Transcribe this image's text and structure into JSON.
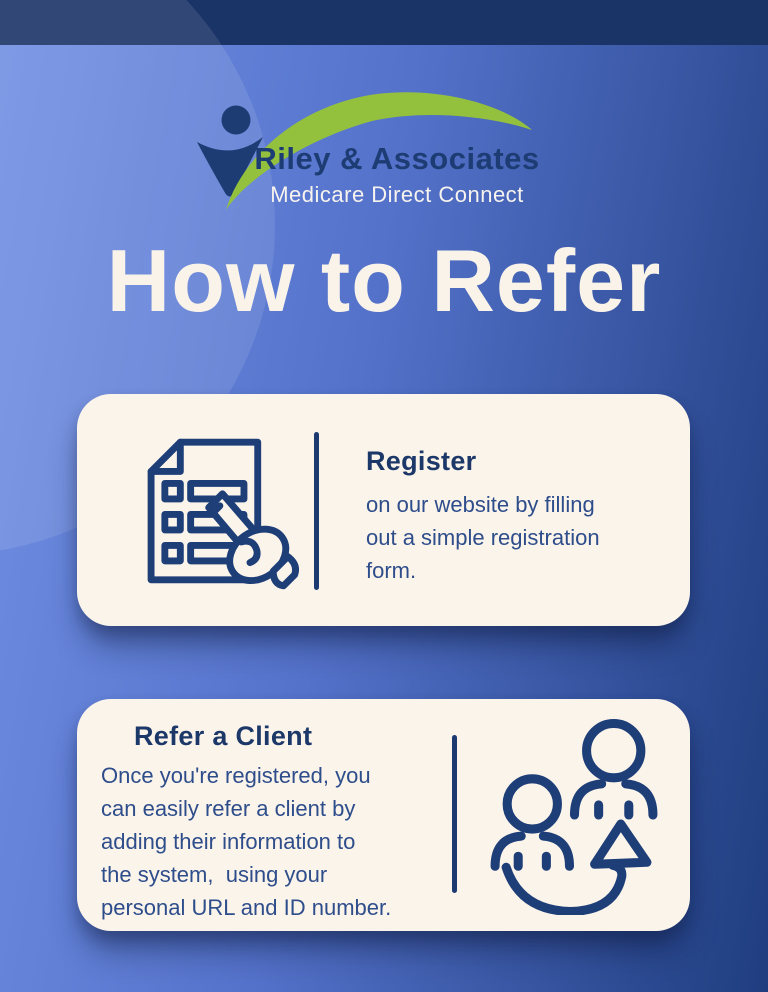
{
  "brand": {
    "company": "Riley & Associates",
    "tagline": "Medicare Direct Connect"
  },
  "page_title": "How to Refer",
  "cards": {
    "register": {
      "heading": "Register",
      "lines": [
        "on our website by filling",
        "out a simple registration",
        "form."
      ]
    },
    "refer": {
      "heading": "Refer a Client",
      "lines": [
        "Once you're registered, you",
        "can easily refer a client by",
        "adding their information to",
        "the system,  using your",
        "personal URL and ID number."
      ]
    }
  },
  "icons": {
    "logo": "person-with-swoosh-logo-icon",
    "register": "registration-form-with-pen-icon",
    "refer": "two-people-with-arrow-icon"
  },
  "colors": {
    "navy": "#1d3a70",
    "body_text": "#2e4d8b",
    "green": "#94c13d",
    "card_bg": "#fbf4eb",
    "bg_left": "#7190e4",
    "bg_right": "#1f3d7f",
    "top_bar": "#1a3468",
    "cream": "#faf3e9"
  }
}
